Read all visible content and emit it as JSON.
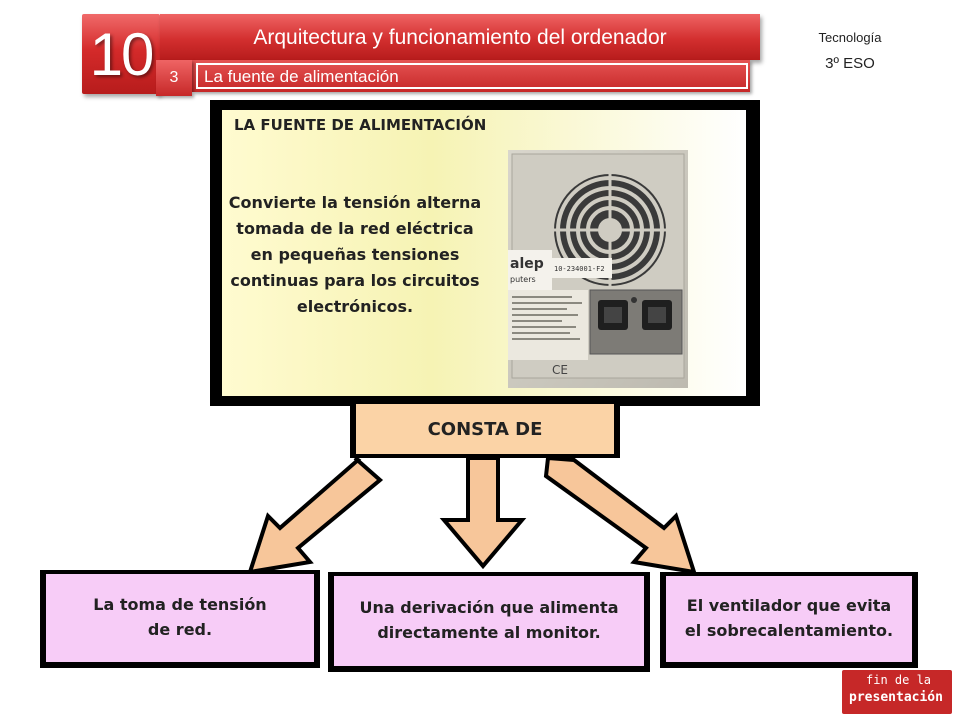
{
  "header": {
    "unit_number": "10",
    "title": "Arquitectura y funcionamiento del ordenador",
    "section_number": "3",
    "section_title": "La fuente de alimentación",
    "subject": "Tecnología",
    "course": "3º ESO"
  },
  "card": {
    "title": "LA FUENTE DE ALIMENTACIÓN",
    "description": "Convierte la tensión alterna tomada de la red eléctrica en pequeñas tensiones continuas para los circuitos electrónicos.",
    "photo_label_brand": "alep",
    "photo_label_sub": "puters",
    "photo_serial": "10-234001-F2",
    "photo_tag": "CE"
  },
  "consta_de": "CONSTA DE",
  "components": [
    {
      "text": "La toma de tensión\nde red."
    },
    {
      "text": "Una derivación que alimenta\ndirectamente al monitor."
    },
    {
      "text": "El ventilador que evita\nel sobrecalentamiento."
    }
  ],
  "footer": {
    "end_line1": "fin de la",
    "end_line2": "presentación"
  },
  "colors": {
    "accent_red": "#d32f2f",
    "arrow_fill": "#f7c69a",
    "component_fill": "#f7ccf7",
    "consta_fill": "#fbd3a6",
    "card_fill": "#f6f3b4"
  }
}
